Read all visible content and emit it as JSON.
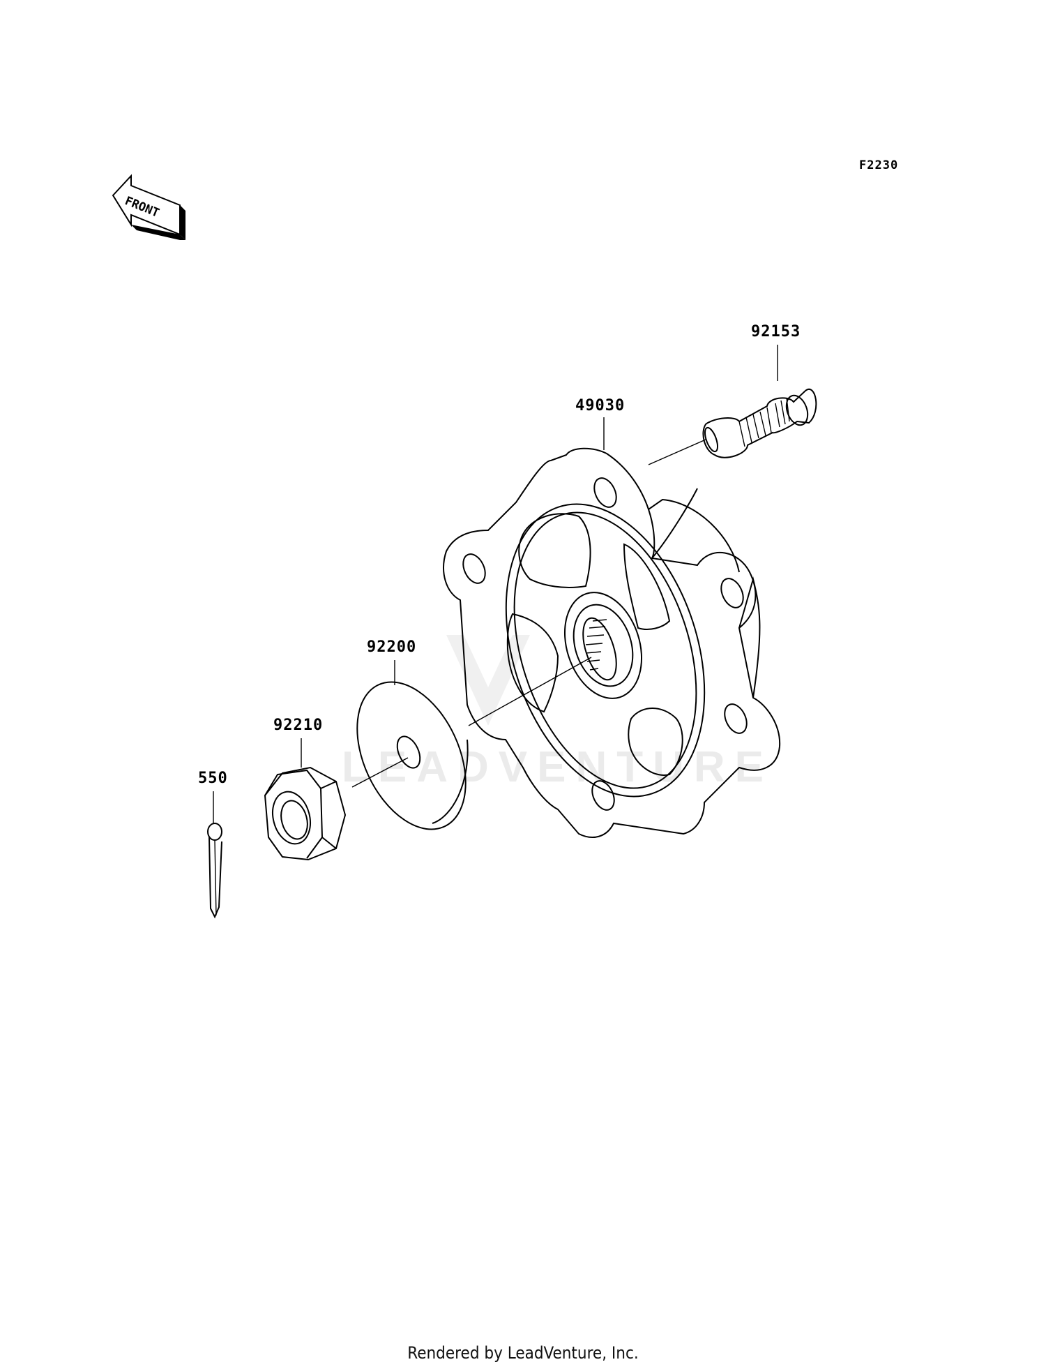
{
  "diagram": {
    "figure_code": "F2230",
    "front_arrow_text": "FRONT",
    "watermark": "LEADVENTURE",
    "parts": [
      {
        "number": "92153"
      },
      {
        "number": "49030"
      },
      {
        "number": "92200"
      },
      {
        "number": "92210"
      },
      {
        "number": "550"
      }
    ]
  },
  "footer": {
    "credit": "Rendered by LeadVenture, Inc."
  }
}
